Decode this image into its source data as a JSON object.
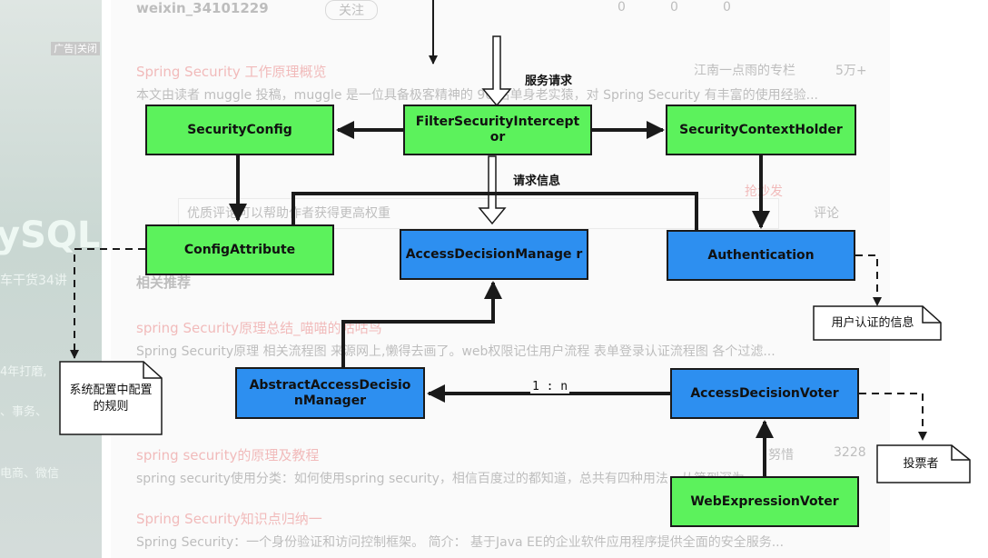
{
  "background": {
    "author": "weixin_34101229",
    "follow_label": "关注",
    "like_count": "0",
    "comment_count": "0",
    "star_count": "0",
    "ad_label": "广告|关闭",
    "left_big": "ySQL",
    "left_line1": "车干货34讲",
    "left_line2": "4年打磨,",
    "left_line3": "、事务、",
    "left_line4": "电商、微信",
    "related_title": "相关推荐",
    "comment_placeholder": "优质评论可以帮助作者获得更高权重",
    "comment_button": "评论",
    "badge": "抢沙发",
    "articles": [
      {
        "title": "Spring Security 工作原理概览",
        "meta": "江南一点雨的专栏",
        "views": "5万+",
        "snippet": "本文由读者 muggle 投稿，muggle 是一位具备极客精神的 90 后单身老实猿，对 Spring Security 有丰富的使用经验..."
      },
      {
        "title": "spring Security原理总结_喵喵的咕咕鸟",
        "snippet": "Spring Security原理 相关流程图 来源网上,懒得去画了。web权限记住用户流程 表单登录认证流程图 各个过滤..."
      },
      {
        "title": "spring security的原理及教程",
        "meta": "努惜",
        "views": "3228",
        "snippet": "spring security使用分类：如何使用spring security，相信百度过的都知道，总共有四种用法，从简到深为..."
      },
      {
        "title": "Spring Security知识点归纳一",
        "snippet": "Spring Security：一个身份验证和访问控制框架。 简介： 基于Java EE的企业软件应用程序提供全面的安全服务..."
      }
    ]
  },
  "diagram": {
    "nodes": {
      "security_config": "SecurityConfig",
      "filter_interceptor": "FilterSecurityIntercept or",
      "context_holder": "SecurityContextHolder",
      "config_attribute": "ConfigAttribute",
      "access_decision_manager": "AccessDecisionManage r",
      "authentication": "Authentication",
      "abstract_manager": "AbstractAccessDecisio nManager",
      "access_decision_voter": "AccessDecisionVoter",
      "web_expression_voter": "WebExpressionVoter"
    },
    "labels": {
      "service_request": "服务请求",
      "request_info": "请求信息",
      "ratio": "1 : n"
    },
    "notes": {
      "user_auth": "用户认证的信息",
      "system_config": "系统配置中配置的规则",
      "voter": "投票者"
    },
    "colors": {
      "green": "#5cf25c",
      "blue": "#2d8ff0",
      "line": "#1a1a1a"
    }
  }
}
